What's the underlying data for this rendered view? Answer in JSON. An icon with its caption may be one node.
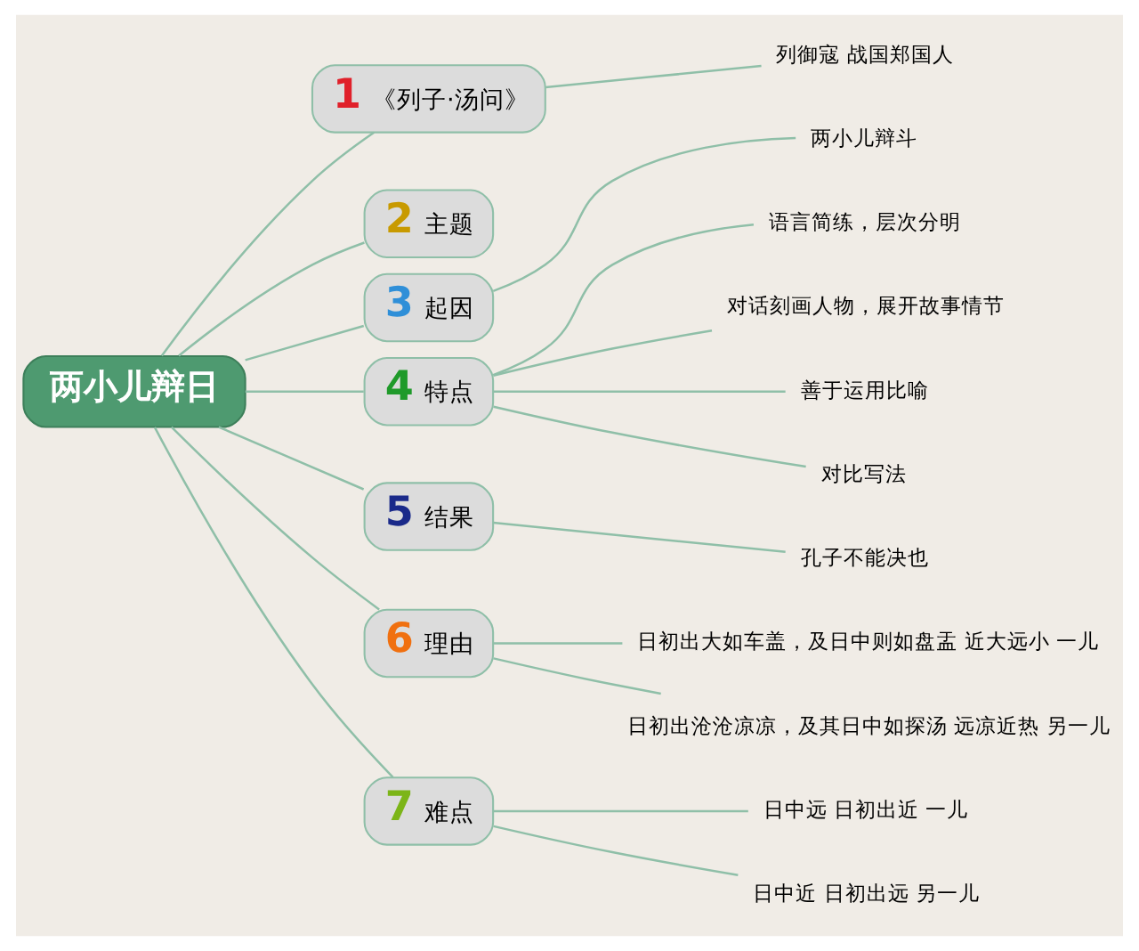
{
  "diagram": {
    "nodes": [
      {
        "text": [
          "两小儿辩日"
        ]
      },
      {
        "text": [
          "1",
          "《列子·汤问》"
        ]
      },
      {
        "text": [
          "列御寇 战国郑国人"
        ]
      },
      {
        "text": [
          "2",
          "主题"
        ]
      },
      {
        "text": [
          "3",
          "起因"
        ]
      },
      {
        "text": [
          "两小儿辩斗"
        ]
      },
      {
        "text": [
          "4",
          "特点"
        ]
      },
      {
        "text": [
          "语言简练，层次分明"
        ]
      },
      {
        "text": [
          "对话刻画人物，展开故事情节"
        ]
      },
      {
        "text": [
          "善于运用比喻"
        ]
      },
      {
        "text": [
          "对比写法"
        ]
      },
      {
        "text": [
          "5",
          "结果"
        ]
      },
      {
        "text": [
          "孔子不能决也"
        ]
      },
      {
        "text": [
          "6",
          "理由"
        ]
      },
      {
        "text": [
          "日初出大如车盖，及日中则如盘盂 近大远小 一儿"
        ]
      },
      {
        "text": [
          "日初出沧沧凉凉，及其日中如探汤 远凉近热 另一儿"
        ]
      },
      {
        "text": [
          "7",
          "难点"
        ]
      },
      {
        "text": [
          "日中远 日初出近 一儿"
        ]
      },
      {
        "text": [
          "日中近 日初出远 另一儿"
        ]
      }
    ],
    "edges": [
      {
        "from": 0,
        "to": 1,
        "arrow": "none"
      },
      {
        "from": 1,
        "to": 2,
        "arrow": "none"
      },
      {
        "from": 0,
        "to": 3,
        "arrow": "none"
      },
      {
        "from": 0,
        "to": 4,
        "arrow": "none"
      },
      {
        "from": 4,
        "to": 5,
        "arrow": "none"
      },
      {
        "from": 0,
        "to": 6,
        "arrow": "none"
      },
      {
        "from": 6,
        "to": 7,
        "arrow": "none"
      },
      {
        "from": 6,
        "to": 8,
        "arrow": "none"
      },
      {
        "from": 6,
        "to": 9,
        "arrow": "none"
      },
      {
        "from": 6,
        "to": 10,
        "arrow": "none"
      },
      {
        "from": 0,
        "to": 11,
        "arrow": "none"
      },
      {
        "from": 11,
        "to": 12,
        "arrow": "none"
      },
      {
        "from": 0,
        "to": 13,
        "arrow": "none"
      },
      {
        "from": 13,
        "to": 14,
        "arrow": "none"
      },
      {
        "from": 13,
        "to": 15,
        "arrow": "none"
      },
      {
        "from": 0,
        "to": 16,
        "arrow": "none"
      },
      {
        "from": 16,
        "to": 17,
        "arrow": "none"
      },
      {
        "from": 16,
        "to": 18,
        "arrow": "none"
      }
    ]
  }
}
